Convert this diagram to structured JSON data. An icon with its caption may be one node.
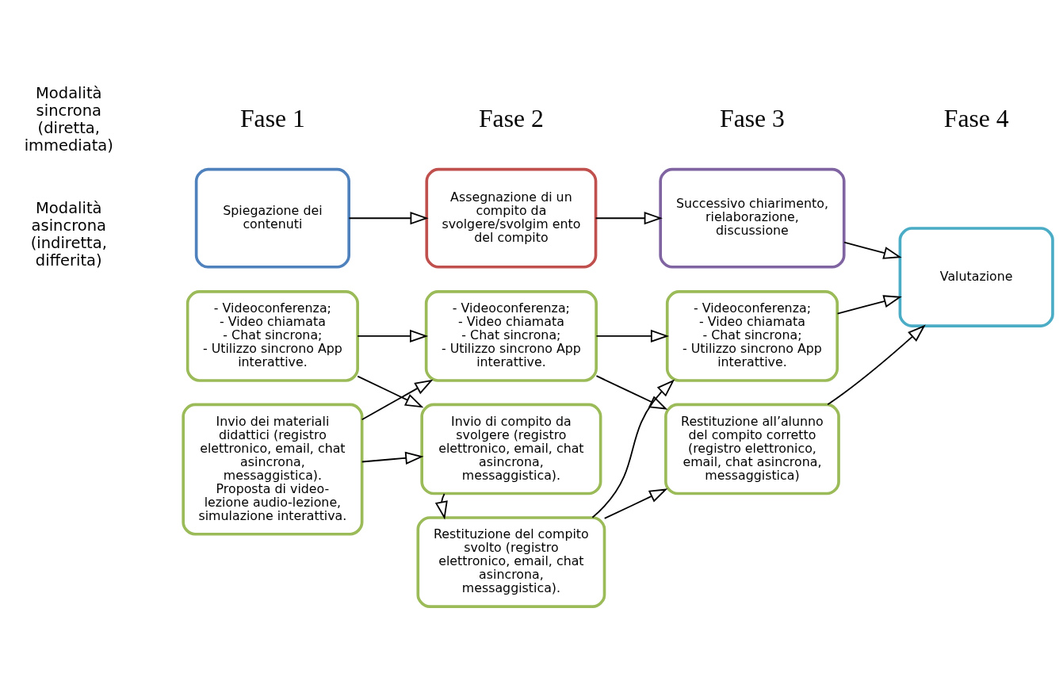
{
  "diagram": {
    "nodes": [
      {
        "text": [
          "Spiegazione dei contenuti"
        ]
      },
      {
        "text": [
          "Assegnazione di un compito da svolgere/svolgim ento del compito"
        ]
      },
      {
        "text": [
          "Successivo chiarimento, rielaborazione, discussione"
        ]
      },
      {
        "text": [
          "Valutazione"
        ]
      },
      {
        "text": [
          "- Videoconferenza;",
          "- Video chiamata",
          "- Chat sincrona;",
          "- Utilizzo sincrono App interattive."
        ]
      },
      {
        "text": [
          "- Videoconferenza;",
          "- Video chiamata",
          "- Chat sincrona;",
          "- Utilizzo sincrono App interattive."
        ]
      },
      {
        "text": [
          "- Videoconferenza;",
          "- Video chiamata",
          "- Chat sincrona;",
          "- Utilizzo sincrono App interattive."
        ]
      },
      {
        "text": [
          "Invio dei materiali didattici (registro elettronico, email, chat asincrona, messaggistica).",
          "Proposta di video-lezione audio-lezione, simulazione interattiva."
        ]
      },
      {
        "text": [
          "Invio di compito da svolgere (registro elettronico, email, chat asincrona, messaggistica)."
        ]
      },
      {
        "text": [
          "Restituzione del compito svolto (registro elettronico, email, chat asincrona, messaggistica)."
        ]
      },
      {
        "text": [
          "Restituzione all’alunno del compito corretto (registro elettronico, email, chat asincrona, messaggistica)"
        ]
      }
    ],
    "edges": [
      {
        "from": 0,
        "to": 1,
        "arrow": "to"
      },
      {
        "from": 1,
        "to": 2,
        "arrow": "to"
      },
      {
        "from": 2,
        "to": 3,
        "arrow": "to"
      },
      {
        "from": 4,
        "to": 5,
        "arrow": "to"
      },
      {
        "from": 5,
        "to": 6,
        "arrow": "to"
      },
      {
        "from": 6,
        "to": 3,
        "arrow": "to"
      },
      {
        "from": 7,
        "to": 5,
        "arrow": "to"
      },
      {
        "from": 4,
        "to": 8,
        "arrow": "to"
      },
      {
        "from": 7,
        "to": 8,
        "arrow": "to"
      },
      {
        "from": 8,
        "to": 9,
        "arrow": "to"
      },
      {
        "from": 9,
        "to": 6,
        "arrow": "to"
      },
      {
        "from": 5,
        "to": 10,
        "arrow": "to"
      },
      {
        "from": 9,
        "to": 10,
        "arrow": "to"
      },
      {
        "from": 10,
        "to": 3,
        "arrow": "to"
      }
    ],
    "labels": [
      "Fase 1",
      "Fase 2",
      "Fase 3",
      "Fase 4",
      "Modalità sincrona (diretta, immediata)",
      "Modalità asincrona (indiretta, differita)"
    ]
  }
}
